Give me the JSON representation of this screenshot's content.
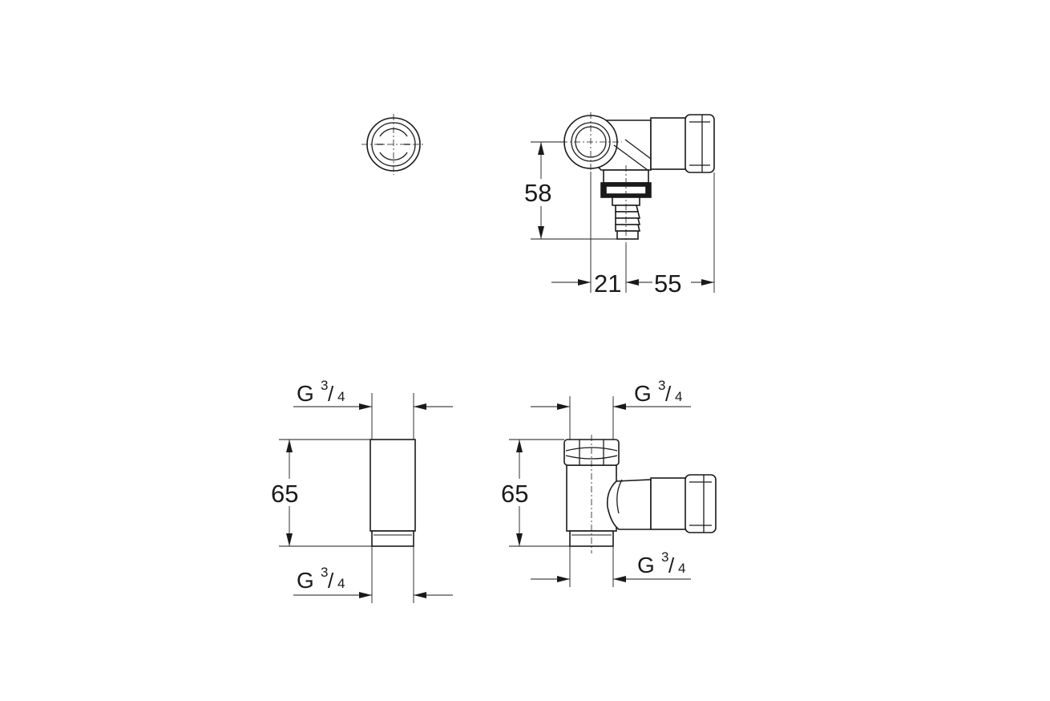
{
  "dimensions": {
    "height_side_view": "58",
    "offset_width": "21",
    "body_length": "55",
    "height_front_view_left": "65",
    "height_front_view_right": "65"
  },
  "threads": {
    "top_left": {
      "letter": "G",
      "numerator": "3",
      "slash": "/",
      "denominator": "4"
    },
    "bottom_left": {
      "letter": "G",
      "numerator": "3",
      "slash": "/",
      "denominator": "4"
    },
    "top_right": {
      "letter": "G",
      "numerator": "3",
      "slash": "/",
      "denominator": "4"
    },
    "bottom_right": {
      "letter": "G",
      "numerator": "3",
      "slash": "/",
      "denominator": "4"
    }
  }
}
